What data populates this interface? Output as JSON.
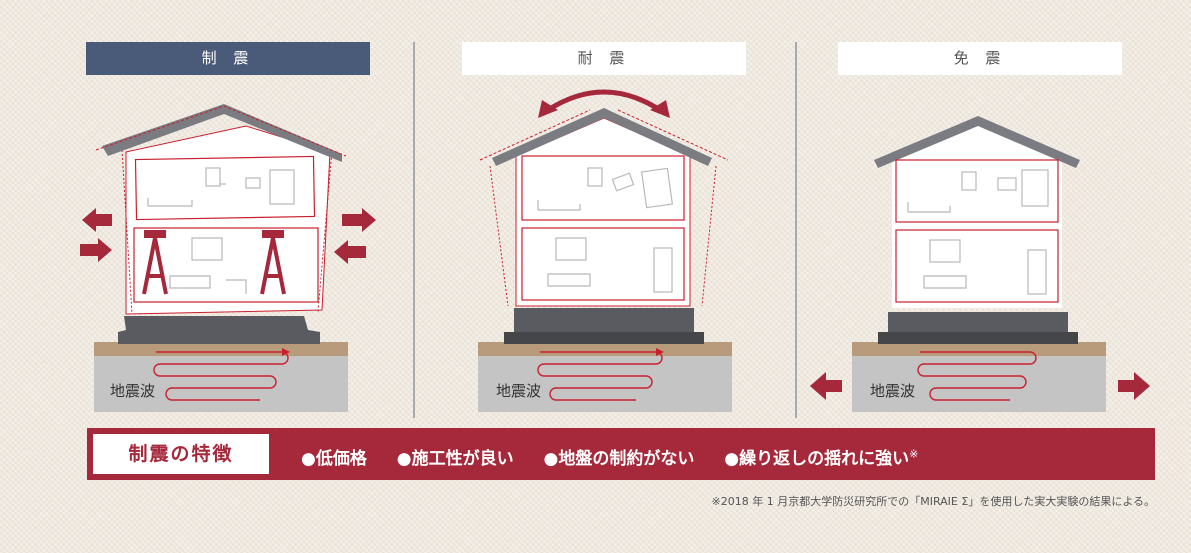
{
  "panels": [
    {
      "title": "制 震",
      "wave_label": "地震波"
    },
    {
      "title": "耐 震",
      "wave_label": "地震波"
    },
    {
      "title": "免 震",
      "wave_label": "地震波"
    }
  ],
  "features": {
    "label": "制震の特徴",
    "items": [
      "●低価格",
      "●施工性が良い",
      "●地盤の制約がない",
      "●繰り返しの揺れに強い"
    ],
    "items_mark": "※"
  },
  "footnote": "※2018 年 1 月京都大学防災研究所での「MIRAIE Σ」を使用した実大実験の結果による。",
  "colors": {
    "accent": "#a5283b",
    "active_title": "#4a5b7a",
    "roof": "#7a7c82",
    "line": "#c8202f"
  },
  "icons": [
    "arrow-left-icon",
    "arrow-right-icon",
    "damper-icon",
    "curved-double-arrow-icon"
  ]
}
